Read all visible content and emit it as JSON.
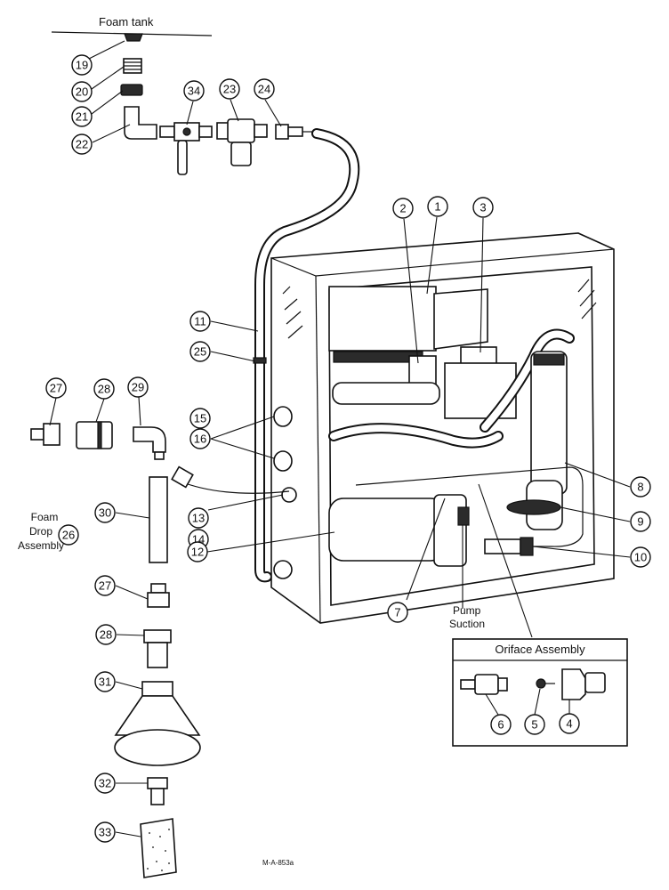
{
  "labels": {
    "foam_tank": "Foam tank",
    "foam_drop_line1": "Foam",
    "foam_drop_line2": "Drop",
    "foam_drop_line3": "Assembly",
    "foam_drop_num": "26",
    "pump_suction_line1": "Pump",
    "pump_suction_line2": "Suction",
    "oriface_assembly": "Oriface Assembly",
    "drawing_code": "M-A-853a"
  },
  "callouts": {
    "c19": "19",
    "c20": "20",
    "c21": "21",
    "c22": "22",
    "c34": "34",
    "c23": "23",
    "c24": "24",
    "c2": "2",
    "c1": "1",
    "c3": "3",
    "c11": "11",
    "c25": "25",
    "c15": "15",
    "c16": "16",
    "c27a": "27",
    "c28a": "28",
    "c29": "29",
    "c30": "30",
    "c13": "13",
    "c14": "14",
    "c12": "12",
    "c8": "8",
    "c9": "9",
    "c10": "10",
    "c7": "7",
    "c27b": "27",
    "c28b": "28",
    "c31": "31",
    "c32": "32",
    "c33": "33",
    "c6": "6",
    "c5": "5",
    "c4": "4"
  }
}
